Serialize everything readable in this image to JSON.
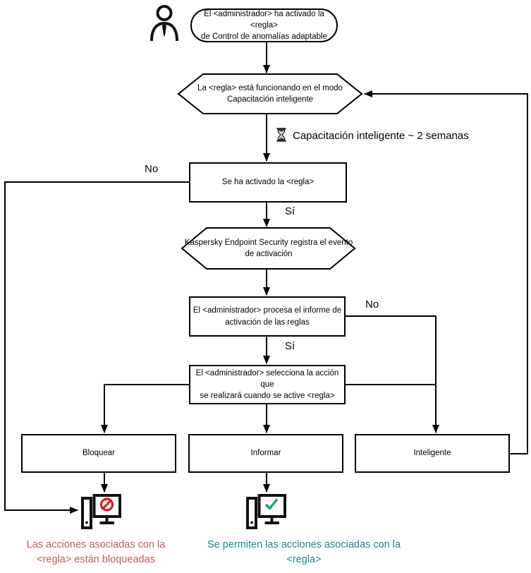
{
  "diagram": {
    "start": {
      "lines": [
        "El <administrador> ha activado la <regla>",
        "de Control de anomalías adaptable"
      ]
    },
    "training_mode": {
      "lines": [
        "La <regla> está funcionando en el modo",
        "Capacitación inteligente"
      ]
    },
    "training_duration": "Capacitación inteligente ~ 2 semanas",
    "rule_triggered": "Se ha activado la <regla>",
    "event_logged": {
      "lines": [
        "Kaspersky Endpoint Security registra el evento",
        "de activación"
      ]
    },
    "admin_processes_report": {
      "lines": [
        "El <administrador> procesa el informe de",
        "activación de las reglas"
      ]
    },
    "admin_selects_action": {
      "lines": [
        "El <administrador> selecciona la acción que",
        "se realizará cuando se active <regla>"
      ]
    },
    "actions": {
      "block": "Bloquear",
      "inform": "Informar",
      "smart": "Inteligente"
    },
    "branch_labels": {
      "no_rule_not_triggered": "No",
      "yes_rule_triggered": "Sí",
      "no_report_not_processed": "No",
      "yes_report_processed": "Sí"
    },
    "captions": {
      "blocked": {
        "lines": [
          "Las acciones asociadas con la",
          "<regla> están bloqueadas"
        ]
      },
      "allowed": {
        "lines": [
          "Se permiten las acciones asociadas con",
          "la <regla>"
        ]
      }
    },
    "icons": {
      "actor": "administrator-person",
      "timer": "hourglass",
      "blocked_result": "computer-with-prohibition-sign",
      "allowed_result": "computer-with-check-mark"
    },
    "colors": {
      "blocked_caption": "#c05c5c",
      "allowed_caption": "#17898a",
      "prohibit_sign": "#cc2229",
      "check_mark": "#18a382",
      "line": "#000000"
    }
  }
}
